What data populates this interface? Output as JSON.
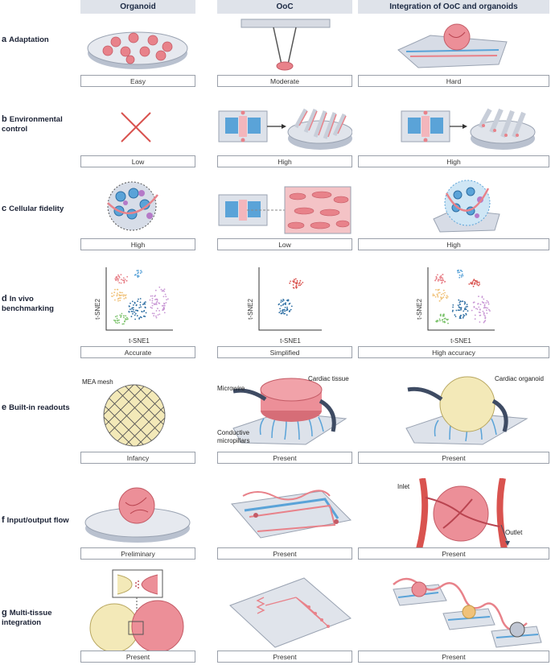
{
  "headers": [
    "Organoid",
    "OoC",
    "Integration of OoC and organoids"
  ],
  "rows": [
    {
      "letter": "a",
      "label": "Adaptation",
      "ratings": [
        "Easy",
        "Moderate",
        "Hard"
      ]
    },
    {
      "letter": "b",
      "label": "Environmental control",
      "ratings": [
        "",
        "High",
        "High"
      ],
      "low": "Low"
    },
    {
      "letter": "c",
      "label": "Cellular fidelity",
      "ratings": [
        "High",
        "Low",
        "High"
      ]
    },
    {
      "letter": "d",
      "label": "In vivo benchmarking",
      "ratings": [
        "Accurate",
        "Simplified",
        "High accuracy"
      ]
    },
    {
      "letter": "e",
      "label": "Built-in readouts",
      "ratings": [
        "Infancy",
        "Present",
        "Present"
      ]
    },
    {
      "letter": "f",
      "label": "Input/output flow",
      "ratings": [
        "Preliminary",
        "Present",
        "Present"
      ]
    },
    {
      "letter": "g",
      "label": "Multi-tissue integration",
      "ratings": [
        "Present",
        "Present",
        "Present"
      ]
    }
  ],
  "tsne": {
    "xlabel": "t-SNE1",
    "ylabel": "t-SNE2"
  },
  "annotations": {
    "mea": "MEA mesh",
    "microwire": "Microwire",
    "cardiac_tissue": "Cardiac tissue",
    "conductive": "Conductive micropillars",
    "cardiac_organoid": "Cardiac organoid",
    "inlet": "Inlet",
    "outlet": "Outlet"
  },
  "colors": {
    "header_bg": "#dfe3ea",
    "tissue": "#e8828a",
    "chip": "#c9d0dc",
    "accent_blue": "#5aa3d8"
  }
}
